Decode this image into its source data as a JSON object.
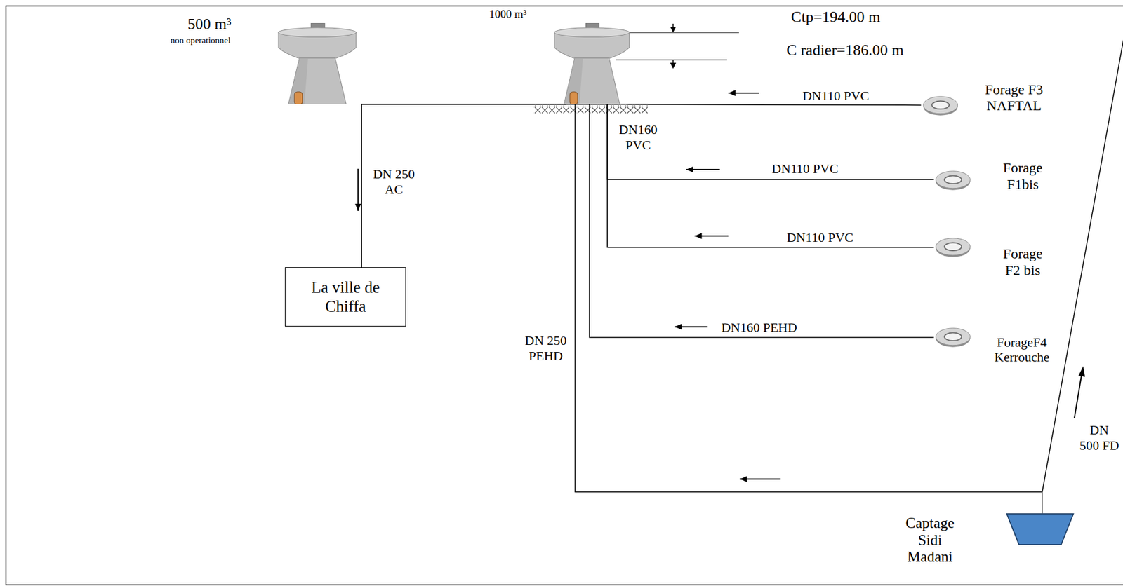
{
  "diagram": {
    "nodes": [
      {
        "text": [
          "500 m³",
          "non operationnel"
        ]
      },
      {
        "text": [
          "1000 m³"
        ]
      },
      {
        "text": [
          "Forage F3 NAFTAL"
        ]
      },
      {
        "text": [
          "Forage F1bis"
        ]
      },
      {
        "text": [
          "Forage F2 bis"
        ]
      },
      {
        "text": [
          "ForageF4 Kerrouche"
        ]
      },
      {
        "text": [
          "La ville de Chiffa"
        ]
      },
      {
        "text": [
          "Captage Sidi Madani"
        ]
      }
    ],
    "edges": [
      {
        "from": 2,
        "to": 1,
        "label": "DN110 PVC",
        "arrow": "to"
      },
      {
        "from": 3,
        "to": 1,
        "label": "DN110 PVC",
        "arrow": "to"
      },
      {
        "from": 4,
        "to": 1,
        "label": "DN110 PVC",
        "arrow": "to"
      },
      {
        "from": 5,
        "to": 1,
        "label": "DN160 PEHD",
        "arrow": "to"
      },
      {
        "from": 7,
        "to": 1,
        "label": "DN 250 PEHD",
        "arrow": "to"
      },
      {
        "from": 1,
        "to": 6,
        "label": "DN 250 AC",
        "arrow": "to"
      }
    ],
    "labels": [
      "Ctp=194.00 m",
      "C radier=186.00 m",
      "DN160 PVC",
      "DN 500 FD"
    ]
  }
}
